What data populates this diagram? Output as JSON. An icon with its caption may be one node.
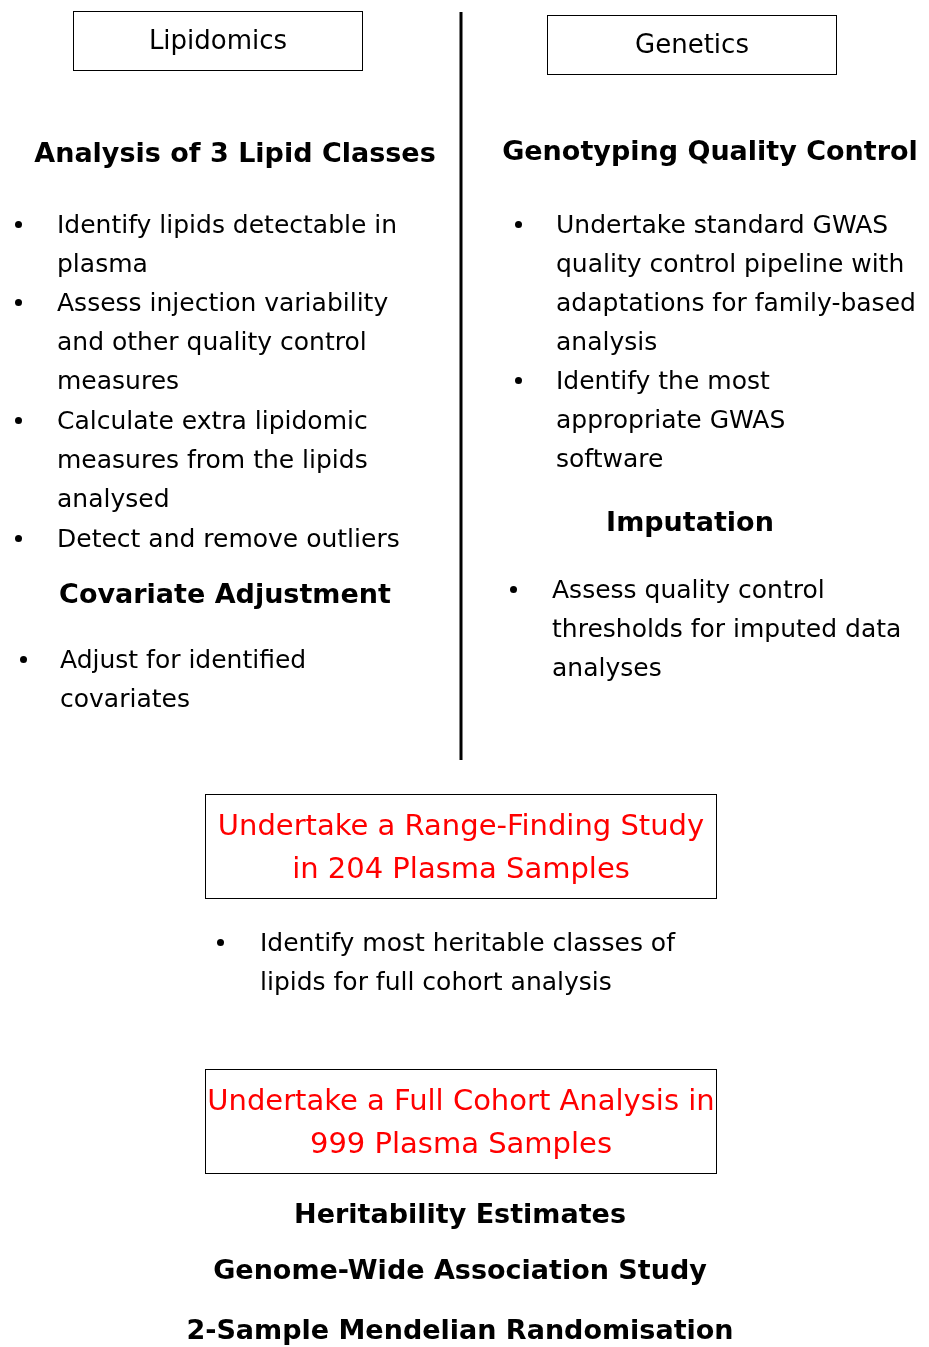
{
  "diagram": {
    "nodes": [
      {
        "text": [
          "Lipidomics"
        ]
      },
      {
        "text": [
          "Genetics"
        ]
      },
      {
        "text": [
          "Undertake a Range-Finding Study in 204 Plasma Samples"
        ]
      },
      {
        "text": [
          "Undertake a Full Cohort Analysis in 999 Plasma Samples"
        ]
      }
    ],
    "labels": [
      "Analysis of 3 Lipid Classes",
      "Identify lipids detectable in plasma",
      "Assess injection variability and other quality control measures",
      "Calculate extra lipidomic measures from the lipids analysed",
      "Detect and remove outliers",
      "Covariate Adjustment",
      "Adjust for identified covariates",
      "Genotyping Quality Control",
      "Undertake standard GWAS quality control pipeline with adaptations for family-based analysis",
      "Identify the most appropriate GWAS software",
      "Imputation",
      "Assess quality control thresholds for imputed data analyses",
      "Identify most heritable classes of lipids for full cohort analysis",
      "Heritability Estimates",
      "Genome-Wide Association Study",
      "2-Sample Mendelian Randomisation"
    ]
  }
}
